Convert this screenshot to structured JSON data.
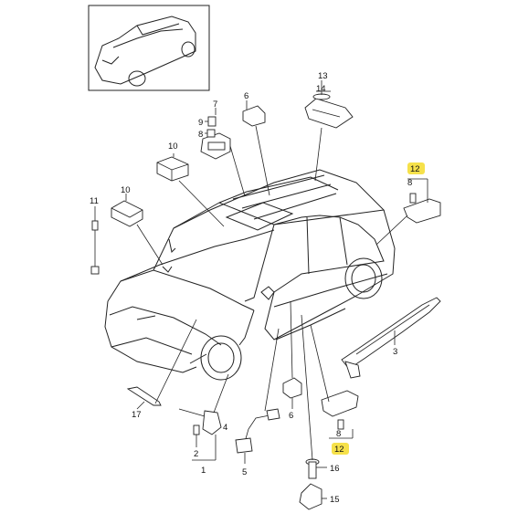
{
  "colors": {
    "highlight": "#f6e14a",
    "line": "#222222"
  },
  "icons": [
    "vehicle-overview-thumbnail"
  ],
  "labels": [
    {
      "id": "l13",
      "text": "13"
    },
    {
      "id": "l14",
      "text": "14"
    },
    {
      "id": "l7",
      "text": "7"
    },
    {
      "id": "l9",
      "text": "9"
    },
    {
      "id": "l8a",
      "text": "8"
    },
    {
      "id": "l6a",
      "text": "6"
    },
    {
      "id": "l10a",
      "text": "10"
    },
    {
      "id": "l11",
      "text": "11"
    },
    {
      "id": "l10b",
      "text": "10"
    },
    {
      "id": "l12a",
      "text": "12"
    },
    {
      "id": "l8b",
      "text": "8"
    },
    {
      "id": "l3",
      "text": "3"
    },
    {
      "id": "l17",
      "text": "17"
    },
    {
      "id": "l4",
      "text": "4"
    },
    {
      "id": "l2",
      "text": "2"
    },
    {
      "id": "l1",
      "text": "1"
    },
    {
      "id": "l6b",
      "text": "6"
    },
    {
      "id": "l5",
      "text": "5"
    },
    {
      "id": "l8c",
      "text": "8"
    },
    {
      "id": "l12b",
      "text": "12"
    },
    {
      "id": "l16",
      "text": "16"
    },
    {
      "id": "l15",
      "text": "15"
    }
  ]
}
